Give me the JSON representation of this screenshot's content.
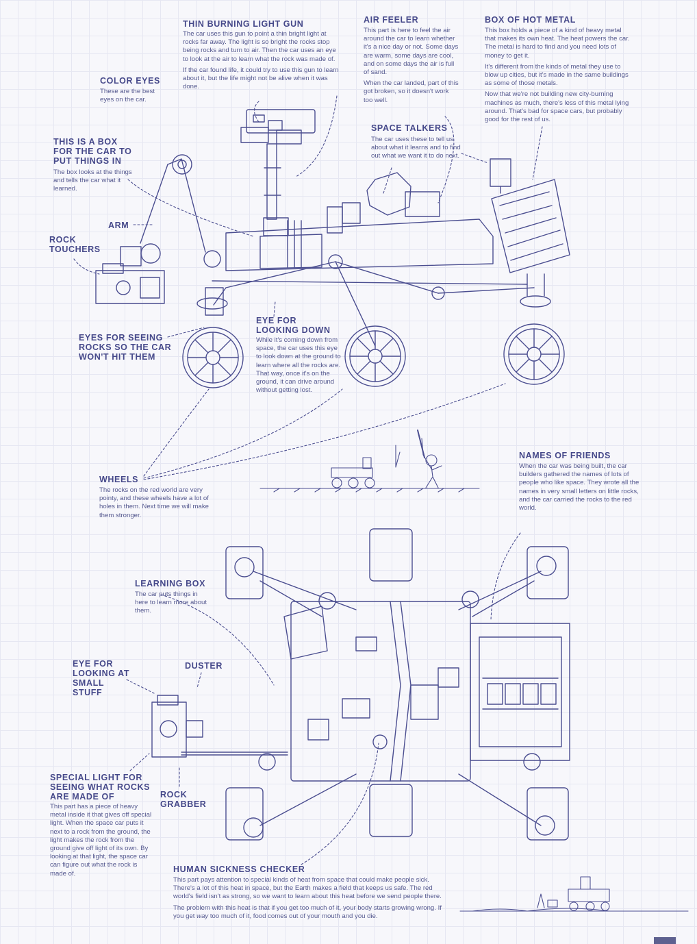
{
  "labels": {
    "thin_gun": {
      "title": "THIN BURNING LIGHT GUN",
      "p1": "The car uses this gun to point a thin bright light at rocks far away. The light is so bright the rocks stop being rocks and turn to air. Then the car uses an eye to look at the air to learn what the rock was made of.",
      "p2": "If the car found life, it could try to use this gun to learn about it, but the life might not be alive when it was done."
    },
    "air_feeler": {
      "title": "AIR FEELER",
      "p1": "This part is here to feel the air around the car to learn whether it's a nice day or not. Some days are warm, some days are cool, and on some days the air is full of sand.",
      "p2": "When the car landed, part of this got broken, so it doesn't work too well."
    },
    "hot_metal": {
      "title": "BOX OF HOT METAL",
      "p1": "This box holds a piece of a kind of heavy metal that makes its own heat. The heat powers the car. The metal is hard to find and you need lots of money to get it.",
      "p2": "It's different from the kinds of metal they use to blow up cities, but it's made in the same buildings as some of those metals.",
      "p3": "Now that we're not building new city-burning machines as much, there's less of this metal lying around. That's bad for space cars, but probably good for the rest of us."
    },
    "color_eyes": {
      "title": "COLOR EYES",
      "p1": "These are the best eyes on the car."
    },
    "box_things": {
      "title": "THIS IS A BOX FOR THE CAR TO PUT THINGS IN",
      "p1": "The box looks at the things and tells the car what it learned."
    },
    "space_talkers": {
      "title": "SPACE TALKERS",
      "p1": "The car uses these to tell us about what it learns and to find out what we want it to do next."
    },
    "arm": {
      "title": "ARM"
    },
    "rock_touchers": {
      "title": "ROCK TOUCHERS"
    },
    "eyes_rocks": {
      "title": "EYES FOR SEEING ROCKS SO THE CAR WON'T HIT THEM"
    },
    "eye_down": {
      "title": "EYE FOR LOOKING DOWN",
      "p1": "While it's coming down from space, the car uses this eye to look down at the ground to learn where all the rocks are. That way, once it's on the ground, it can drive around without getting lost."
    },
    "wheels": {
      "title": "WHEELS",
      "p1": "The rocks on the red world are very pointy, and these wheels have a lot of holes in them. Next time we will make them stronger."
    },
    "friends": {
      "title": "NAMES OF FRIENDS",
      "p1": "When the car was being built, the car builders gathered the names of lots of people who like space. They wrote all the names in very small letters on little rocks, and the car carried the rocks to the red world."
    },
    "learning_box": {
      "title": "LEARNING BOX",
      "p1": "The car puts things in here to learn more about them."
    },
    "eye_small": {
      "title": "EYE FOR LOOKING AT SMALL STUFF"
    },
    "duster": {
      "title": "DUSTER"
    },
    "special_light": {
      "title": "SPECIAL LIGHT FOR SEEING WHAT ROCKS ARE MADE OF",
      "p1": "This part has a piece of heavy metal inside it that gives off special light. When the space car puts it next to a rock from the ground, the light makes the rock from the ground give off light of its own. By looking at that light, the space car can figure out what the rock is made of."
    },
    "rock_grabber": {
      "title": "ROCK GRABBER"
    },
    "sickness": {
      "title": "HUMAN SICKNESS CHECKER",
      "p1": "This part pays attention to special kinds of heat from space that could make people sick. There's a lot of this heat in space, but the Earth makes a field that keeps us safe. The red world's field isn't as strong, so we want to learn about this heat before we send people there.",
      "p2a": "The problem with this heat is that if you get too much of it, your body starts growing wrong. If you get ",
      "p2em": "way",
      "p2b": " too much of it, food comes out of your mouth and you die."
    }
  },
  "colors": {
    "line": "#4b4e90",
    "paper": "#f7f7fb",
    "grid": "#e6e7f2"
  }
}
